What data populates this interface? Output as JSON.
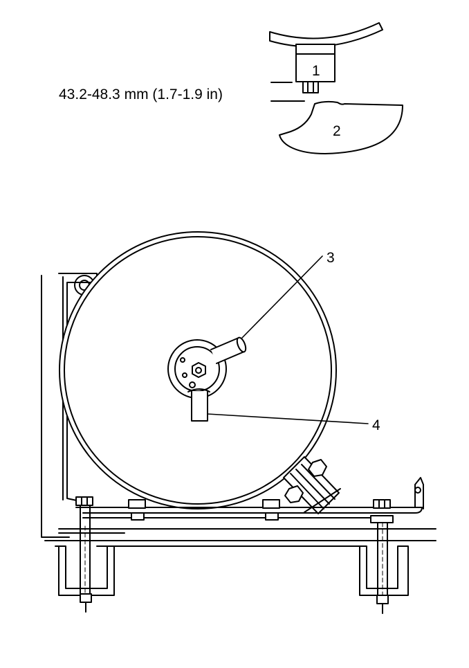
{
  "figure": {
    "dimension_label": "43.2-48.3 mm (1.7-1.9 in)",
    "callouts": [
      "1",
      "2",
      "3",
      "4"
    ]
  },
  "colors": {
    "line": "#000000",
    "background": "#ffffff"
  }
}
